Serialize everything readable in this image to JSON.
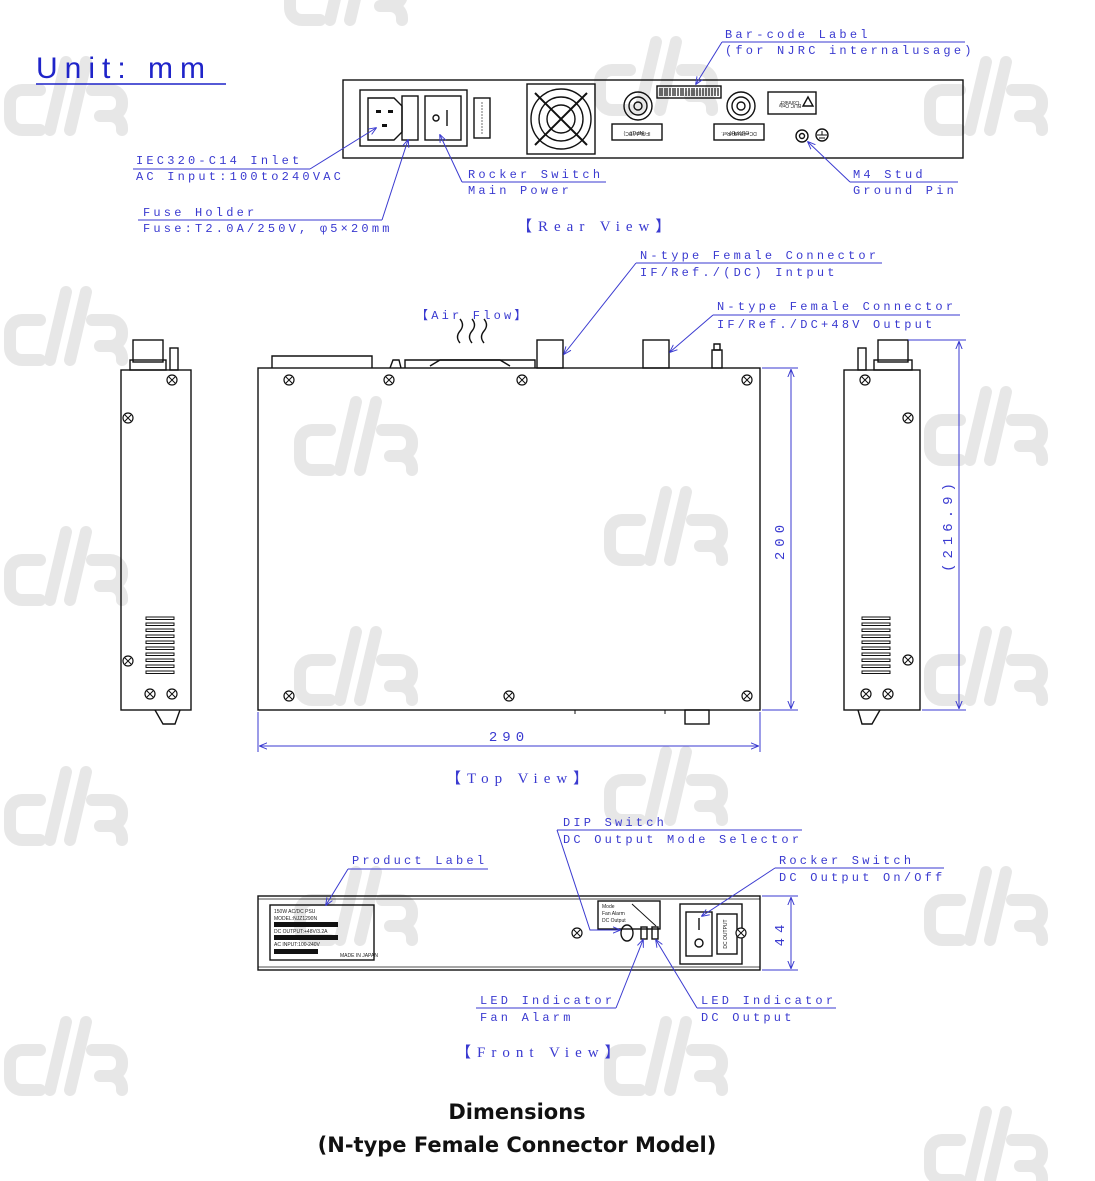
{
  "unit_label": "Unit: mm",
  "rear": {
    "barcode_label": "Bar-code Label",
    "barcode_sub": "(for NJRC internalusage)",
    "iec_inlet": "IEC320-C14 Inlet",
    "ac_input": "AC Input:100to240VAC",
    "rocker_switch": "Rocker Switch",
    "main_power": "Main Power",
    "m4_stud": "M4 Stud",
    "ground_pin": "Ground Pin",
    "fuse_holder": "Fuse Holder",
    "fuse_spec": "Fuse:T2.0A/250V, φ5×20mm",
    "view_title": "【Rear View】",
    "input_tag": "INPUT",
    "input_sub": "IF/Ref./(DC)",
    "output_tag": "OUTPUT",
    "output_sub": "DC+48V/IF/Ref.",
    "caution": "Connect",
    "caution_sub": "BUC Only"
  },
  "top": {
    "nconn_1": "N-type Female Connector",
    "nconn_1_sub": "IF/Ref./(DC) Intput",
    "nconn_2": "N-type Female Connector",
    "nconn_2_sub": "IF/Ref./DC+48V Output",
    "air_flow": "【Air Flow】",
    "dim_width": "290",
    "dim_depth": "200",
    "dim_depth_total": "(216.9)",
    "view_title": "【Top View】"
  },
  "front": {
    "dip_switch": "DIP Switch",
    "dip_sub": "DC Output Mode Selector",
    "product_label": "Product Label",
    "rocker_switch": "Rocker Switch",
    "rocker_sub": "DC Output On/Off",
    "dim_height": "44",
    "led_fan": "LED Indicator",
    "led_fan_sub": "Fan Alarm",
    "led_dc": "LED Indicator",
    "led_dc_sub": "DC Output",
    "view_title": "【Front View】",
    "plate_line1": "150W AC/DC PSU",
    "plate_line2": "MODEL:NJZ1290N",
    "plate_line3": "DC OUTPUT:+48V/3.2A",
    "plate_line4": "AC INPUT:100-240V",
    "plate_line5": "MADE IN JAPAN",
    "mode_text": "Mode",
    "alarm_text": "Fan Alarm",
    "output_text": "DC Output",
    "switch_text": "DC OUTPUT"
  },
  "caption_line1": "Dimensions",
  "caption_line2": "(N-type Female Connector Model)"
}
